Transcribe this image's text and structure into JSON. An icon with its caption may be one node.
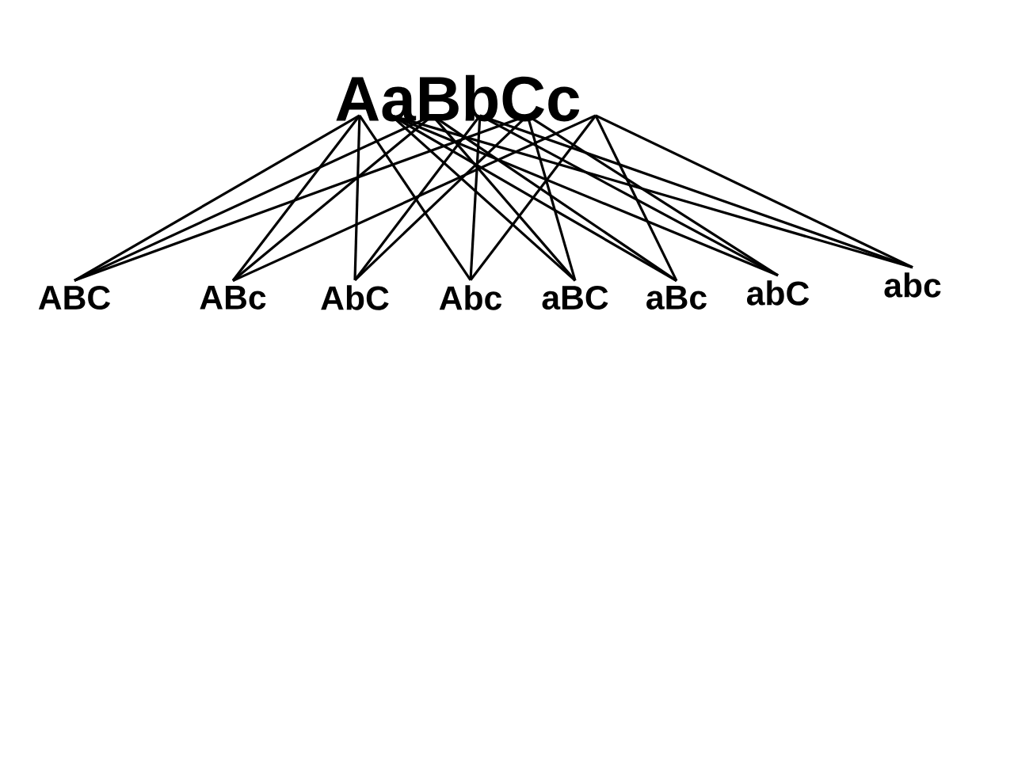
{
  "diagram": {
    "nodes": [
      {
        "text": [
          "AaBbCc"
        ]
      },
      {
        "text": [
          "ABC"
        ]
      },
      {
        "text": [
          "ABc"
        ]
      },
      {
        "text": [
          "AbC"
        ]
      },
      {
        "text": [
          "Abc"
        ]
      },
      {
        "text": [
          "aBC"
        ]
      },
      {
        "text": [
          "aBc"
        ]
      },
      {
        "text": [
          "abC"
        ]
      },
      {
        "text": [
          "abc"
        ]
      }
    ],
    "edges": [
      {
        "from": 0,
        "to": 1,
        "arrow": "none"
      },
      {
        "from": 0,
        "to": 1,
        "arrow": "none"
      },
      {
        "from": 0,
        "to": 1,
        "arrow": "none"
      },
      {
        "from": 0,
        "to": 2,
        "arrow": "none"
      },
      {
        "from": 0,
        "to": 2,
        "arrow": "none"
      },
      {
        "from": 0,
        "to": 2,
        "arrow": "none"
      },
      {
        "from": 0,
        "to": 3,
        "arrow": "none"
      },
      {
        "from": 0,
        "to": 3,
        "arrow": "none"
      },
      {
        "from": 0,
        "to": 3,
        "arrow": "none"
      },
      {
        "from": 0,
        "to": 4,
        "arrow": "none"
      },
      {
        "from": 0,
        "to": 4,
        "arrow": "none"
      },
      {
        "from": 0,
        "to": 4,
        "arrow": "none"
      },
      {
        "from": 0,
        "to": 5,
        "arrow": "none"
      },
      {
        "from": 0,
        "to": 5,
        "arrow": "none"
      },
      {
        "from": 0,
        "to": 5,
        "arrow": "none"
      },
      {
        "from": 0,
        "to": 6,
        "arrow": "none"
      },
      {
        "from": 0,
        "to": 6,
        "arrow": "none"
      },
      {
        "from": 0,
        "to": 6,
        "arrow": "none"
      },
      {
        "from": 0,
        "to": 7,
        "arrow": "none"
      },
      {
        "from": 0,
        "to": 7,
        "arrow": "none"
      },
      {
        "from": 0,
        "to": 7,
        "arrow": "none"
      },
      {
        "from": 0,
        "to": 8,
        "arrow": "none"
      },
      {
        "from": 0,
        "to": 8,
        "arrow": "none"
      },
      {
        "from": 0,
        "to": 8,
        "arrow": "none"
      }
    ]
  }
}
